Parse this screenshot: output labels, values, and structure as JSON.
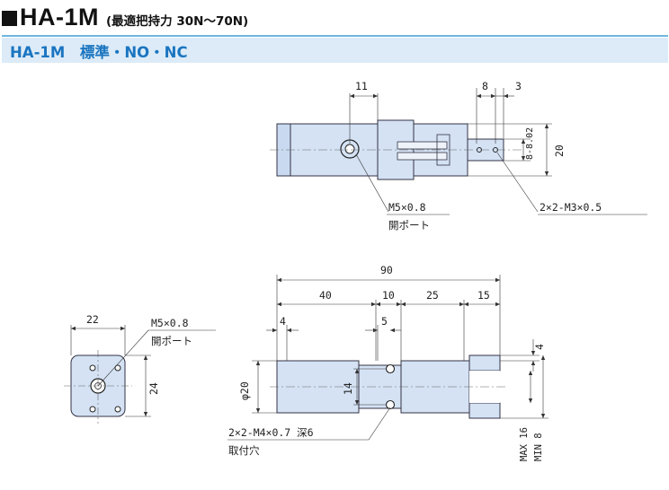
{
  "header": {
    "model": "HA-1M",
    "subtitle": "(最適把持力 30N～70N)",
    "variant_label": "HA-1M　標準・NO・NC"
  },
  "top_view": {
    "dims": {
      "d11": "11",
      "d8": "8",
      "d3": "3",
      "d8_tol": "8-8.02",
      "d20": "20"
    },
    "callouts": {
      "port_thread": "M5×0.8",
      "port_name": "開ポート",
      "jaw_holes": "2×2-M3×0.5"
    }
  },
  "end_view": {
    "dims": {
      "d22": "22",
      "d24": "24"
    },
    "callouts": {
      "port_thread": "M5×0.8",
      "port_name": "開ポート"
    }
  },
  "side_view": {
    "dims": {
      "d90": "90",
      "d40": "40",
      "d10": "10",
      "d25": "25",
      "d15": "15",
      "d4_left": "4",
      "d5": "5",
      "d4_right": "4",
      "phi20": "φ20",
      "d14": "14",
      "max": "MAX 16",
      "min": "MIN 8"
    },
    "callouts": {
      "mount_holes": "2×2-M4×0.7 深6",
      "mount_name": "取付穴"
    }
  }
}
